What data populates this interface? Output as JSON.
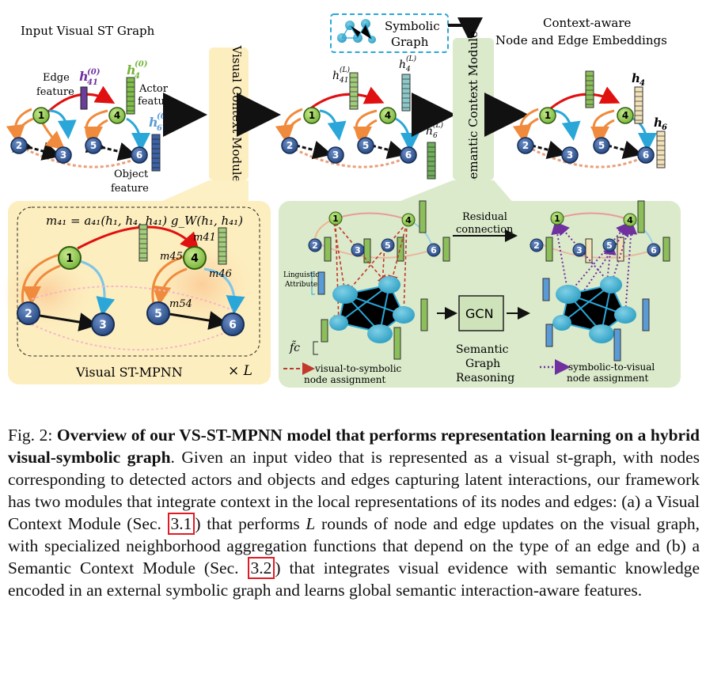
{
  "labels": {
    "input_title": "Input Visual ST Graph",
    "edge_feature_1": "Edge",
    "edge_feature_2": "feature",
    "actor_feature_1": "Actor",
    "actor_feature_2": "feature",
    "object_feature_1": "Object",
    "object_feature_2": "feature",
    "visual_context_module": "Visual Context Module",
    "semantic_context_module": "Semantic Context Module",
    "symbolic_graph_1": "Symbolic",
    "symbolic_graph_2": "Graph",
    "output_title_1": "Context-aware",
    "output_title_2": "Node and Edge Embeddings",
    "h41_0": "h",
    "h4_0": "h",
    "h6_0": "h",
    "h4": "h",
    "h6": "h",
    "sub_41": "41",
    "sub_4": "4",
    "sub_6": "6",
    "sup_0": "(0)",
    "sup_L": "(L)",
    "equation": "m₄₁ = a₄₁(h₁, h₄, h₄₁) g_W(h₁, h₄₁)",
    "m41": "m41",
    "m45": "m45",
    "m46": "m46",
    "m54": "m54",
    "visual_st_mpnn": "Visual ST-MPNN",
    "times_L": "× L",
    "residual_1": "Residual",
    "residual_2": "connection",
    "linguistic_1": "Linguistic",
    "linguistic_2": "Attribute",
    "gcn": "GCN",
    "fc": "f̃c",
    "sgr_1": "Semantic",
    "sgr_2": "Graph",
    "sgr_3": "Reasoning",
    "v2s_1": "visual-to-symbolic",
    "v2s_2": "node assignment",
    "s2v_1": "symbolic-to-visual",
    "s2v_2": "node assignment"
  },
  "node_ids": [
    "1",
    "2",
    "3",
    "4",
    "5",
    "6"
  ],
  "caption": {
    "prefix": "Fig. 2: ",
    "bold": "Overview of our VS-ST-MPNN model that performs representation learning on a hybrid visual-symbolic graph",
    "part1": ". Given an input video that is represented as a visual st-graph, with nodes corresponding to detected actors and objects and edges capturing latent interactions, our framework has two modules that integrate context in the local representations of its nodes and edges: (a) a Visual Context Module (Sec. ",
    "ref1": "3.1",
    "part2": ") that performs ",
    "L": "L",
    "part3": " rounds of node and edge updates on the visual graph, with specialized neighborhood aggregation functions that depend on the type of an edge and (b) a Semantic Context Module (Sec. ",
    "ref2": "3.2",
    "part4": ") that integrates visual evidence with semantic knowledge encoded in an external symbolic graph and learns global semantic interaction-aware features."
  }
}
